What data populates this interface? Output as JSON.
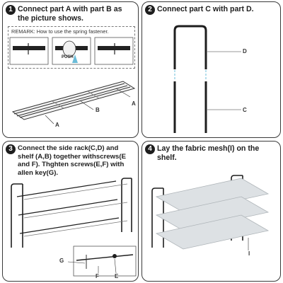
{
  "steps": [
    {
      "num": "1",
      "text": "Connect part A with part B as the picture shows."
    },
    {
      "num": "2",
      "text": "Connect part C with part D."
    },
    {
      "num": "3",
      "text": "Connect the side rack(C,D) and shelf (A,B) together withscrews(E and F). Thghten screws(E,F) with allen key(G)."
    },
    {
      "num": "4",
      "text": "Lay the fabric mesh(I) on the shelf."
    }
  ],
  "remark": "REMARK: How to use the spring fastener.",
  "push_label": "PUSH",
  "labels": {
    "a1": "A",
    "b": "B",
    "a2": "A",
    "d": "D",
    "c": "C",
    "g": "G",
    "f": "F",
    "e": "E",
    "i": "I"
  },
  "colors": {
    "ink": "#1e1e1e",
    "accent": "#6bbcd8",
    "mesh": "#dde1e4"
  }
}
